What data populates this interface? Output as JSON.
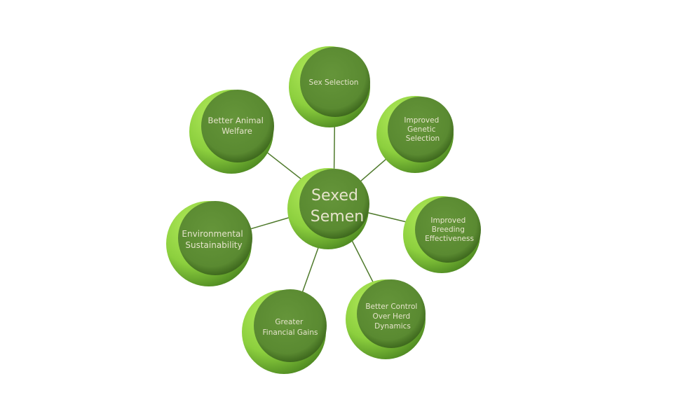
{
  "center": {
    "lines": [
      "Sexed",
      "Semen"
    ]
  },
  "nodes": [
    {
      "lines": [
        "Sex Selection"
      ]
    },
    {
      "lines": [
        "Improved",
        "Genetic",
        "Selection"
      ]
    },
    {
      "lines": [
        "Improved",
        "Breeding",
        "Effectiveness"
      ]
    },
    {
      "lines": [
        "Better Control",
        "Over Herd",
        "Dynamics"
      ]
    },
    {
      "lines": [
        "Greater",
        "Financial Gains"
      ]
    },
    {
      "lines": [
        "Environmental",
        "Sustainability"
      ]
    },
    {
      "lines": [
        "Better Animal",
        "Welfare"
      ]
    }
  ],
  "colors": {
    "face": "#5b8a32",
    "rim": "#94d845",
    "text": "#e6e4cc",
    "connector": "#4f7a2c"
  }
}
